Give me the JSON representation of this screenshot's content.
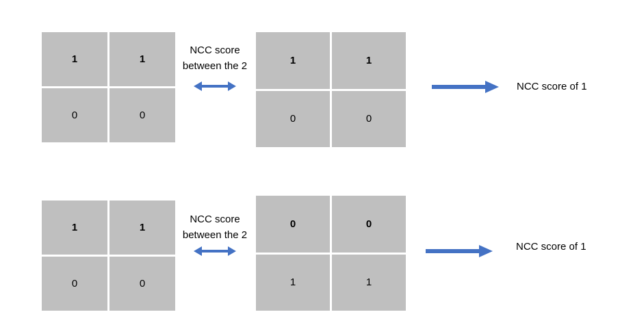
{
  "colors": {
    "cell_fill": "#bfbfbf",
    "arrow": "#4472c4",
    "text": "#000000"
  },
  "rows": [
    {
      "left_matrix": {
        "top": [
          "1",
          "1"
        ],
        "bottom": [
          "0",
          "0"
        ]
      },
      "connector_label": [
        "NCC score",
        "between the 2"
      ],
      "right_matrix": {
        "top": [
          "1",
          "1"
        ],
        "bottom": [
          "0",
          "0"
        ]
      },
      "result": "NCC score of 1"
    },
    {
      "left_matrix": {
        "top": [
          "1",
          "1"
        ],
        "bottom": [
          "0",
          "0"
        ]
      },
      "connector_label": [
        "NCC score",
        "between the 2"
      ],
      "right_matrix": {
        "top": [
          "0",
          "0"
        ],
        "bottom": [
          "1",
          "1"
        ]
      },
      "result": "NCC score of 1"
    }
  ]
}
